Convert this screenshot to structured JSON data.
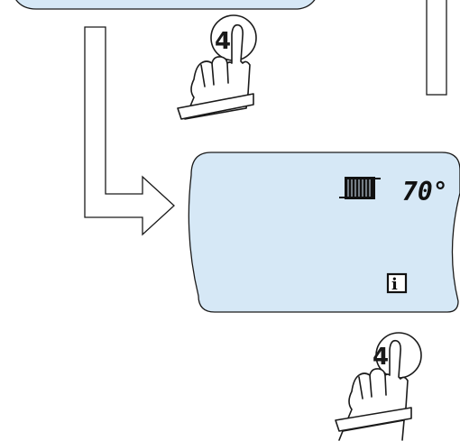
{
  "colors": {
    "lcd_fill": "#d6e8f6",
    "outline": "#1a1a1a",
    "background": "#ffffff"
  },
  "top_display": {
    "name": "lcd-display-previous"
  },
  "arrow": {
    "name": "flow-arrow",
    "direction": "right"
  },
  "button_top": {
    "number": "4",
    "icon": "hand-press-icon"
  },
  "display": {
    "radiator_icon": "radiator-icon",
    "temperature": "70°",
    "info_icon": "info-icon",
    "info_label": "i"
  },
  "button_bottom": {
    "number": "4",
    "icon": "hand-press-icon"
  }
}
